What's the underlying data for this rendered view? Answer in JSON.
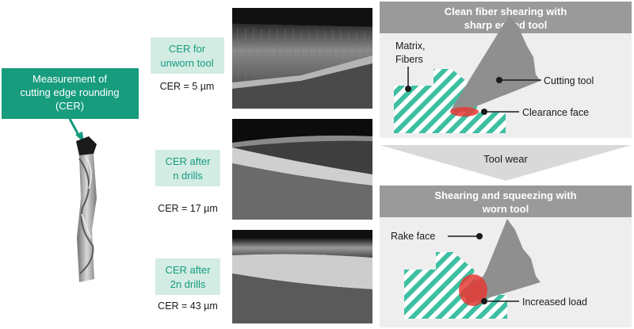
{
  "measurement": {
    "title_lines": [
      "Measurement of",
      "cutting edge rounding",
      "(CER)"
    ]
  },
  "samples": [
    {
      "label_lines": [
        "CER for",
        "unworn tool"
      ],
      "value": "CER = 5 µm"
    },
    {
      "label_lines": [
        "CER after",
        "n drills"
      ],
      "value": "CER = 17 µm"
    },
    {
      "label_lines": [
        "CER after",
        "2n drills"
      ],
      "value": "CER = 43 µm"
    }
  ],
  "panel_top": {
    "title_lines": [
      "Clean fiber shearing with",
      "sharp edged tool"
    ],
    "labels": {
      "matrix_fibers": [
        "Matrix,",
        "Fibers"
      ],
      "cutting_tool": "Cutting tool",
      "clearance_face": "Clearance face"
    }
  },
  "tool_wear": "Tool wear",
  "panel_bottom": {
    "title_lines": [
      "Shearing and squeezing with",
      "worn tool"
    ],
    "labels": {
      "rake_face": "Rake face",
      "increased_load": "Increased load"
    }
  },
  "colors": {
    "accent_green": "#179c7d",
    "label_box": "#d3ece4",
    "panel_title": "#9a9a9a",
    "panel_bg": "#eeeeee",
    "hatch_green": "#3dbfa2",
    "tool_grey": "#8f8f8f",
    "highlight_red": "#e53935",
    "tool_wear_arrow": "#d9d9d9"
  }
}
